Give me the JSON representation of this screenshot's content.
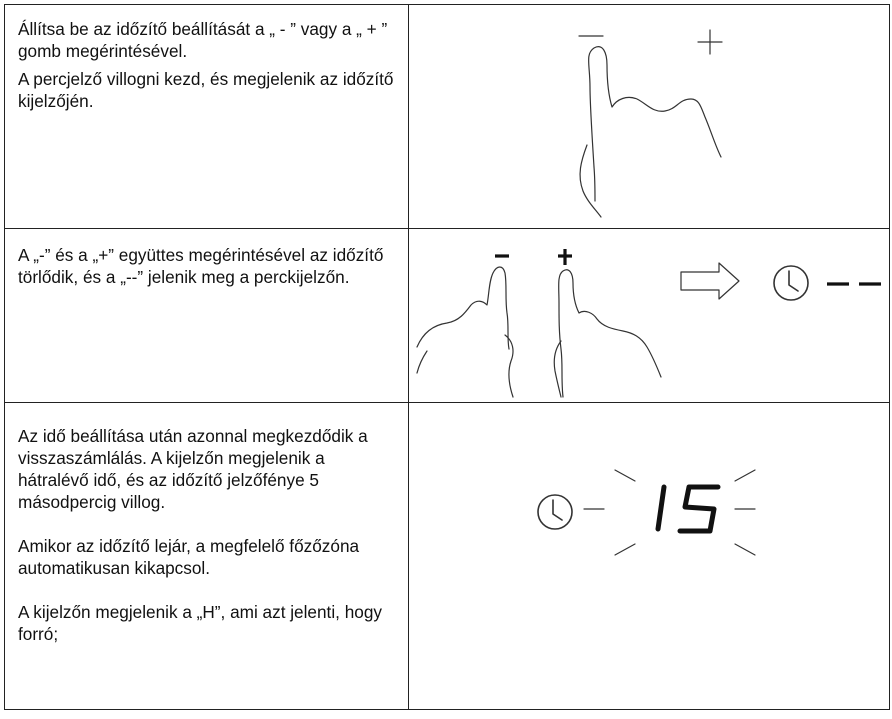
{
  "rows": [
    {
      "paragraphs": [
        "Állítsa be az időzítő beállítását a „ - ” vagy a „ + ” gomb megérintésével.",
        "A percjelző villogni kezd, és megjelenik az időzítő kijelzőjén."
      ]
    },
    {
      "paragraphs": [
        "A „-” és a „+” együttes megérintésével az időzítő törlődik, és a „--” jelenik meg a perckijelzőn."
      ]
    },
    {
      "paragraphs": [
        "Az idő beállítása után azonnal megkezdődik a visszaszámlálás. A kijelzőn megjelenik a hátralévő idő, és az időzítő jelzőfénye 5 másodpercig villog.",
        "Amikor az időzítő lejár, a megfelelő főzőzóna automatikusan kikapcsol.",
        "A kijelzőn megjelenik a „H”, ami azt jelenti, hogy forró;"
      ]
    }
  ],
  "figures": {
    "fig1": {
      "minus_symbol": "−",
      "plus_symbol": "+",
      "icons": [
        "finger-touch-icon"
      ]
    },
    "fig2": {
      "minus_symbol": "−",
      "plus_symbol": "+",
      "display": "--",
      "icons": [
        "finger-touch-icon",
        "arrow-right-icon",
        "clock-icon"
      ]
    },
    "fig3": {
      "display": "15",
      "icons": [
        "clock-icon",
        "blink-rays-icon"
      ]
    }
  }
}
